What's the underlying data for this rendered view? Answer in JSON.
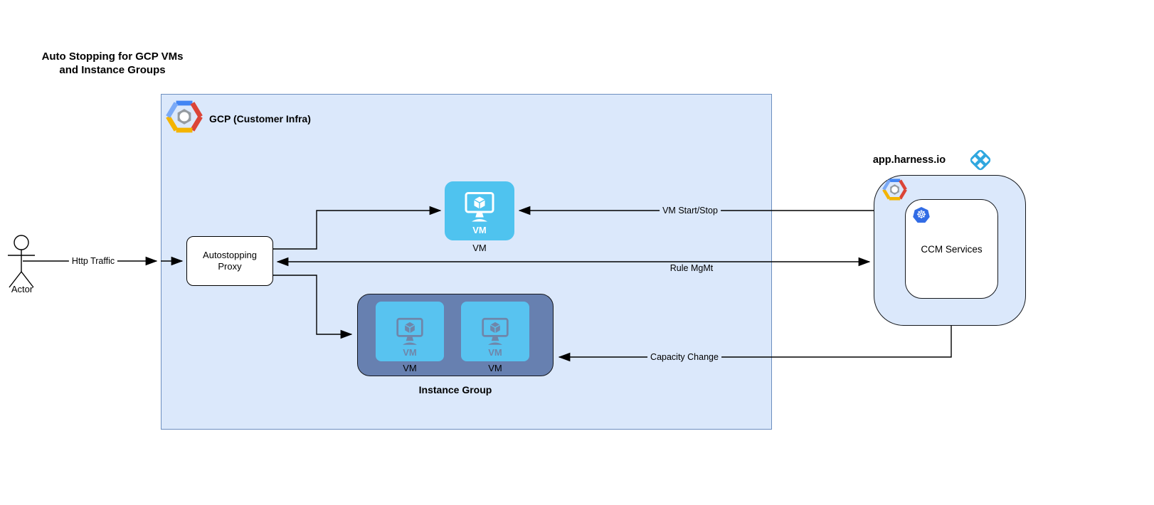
{
  "title": "Auto Stopping for GCP VMs\nand Instance Groups",
  "actor": {
    "label": "Actor"
  },
  "edges": {
    "http_traffic": {
      "label": "Http Traffic",
      "from": "Actor",
      "to": "Autostopping Proxy"
    },
    "vm_start_stop": {
      "label": "VM Start/Stop",
      "from": "app.harness.io",
      "to": "VM"
    },
    "rule_mgmt": {
      "label": "Rule MgMt",
      "from": "Autostopping Proxy",
      "to": "app.harness.io",
      "bidirectional": true
    },
    "capacity_change": {
      "label": "Capacity Change",
      "from": "app.harness.io",
      "to": "Instance Group"
    }
  },
  "gcp": {
    "label": "GCP (Customer Infra)",
    "vm": {
      "label": "VM",
      "caption": "VM"
    },
    "proxy": {
      "label": "Autostopping\nProxy"
    },
    "instance_group": {
      "caption": "Instance Group",
      "vms": [
        {
          "label": "VM",
          "caption": "VM"
        },
        {
          "label": "VM",
          "caption": "VM"
        }
      ]
    }
  },
  "harness": {
    "label": "app.harness.io",
    "ccm": {
      "label": "CCM Services"
    }
  },
  "icons": {
    "gcp_logo": "gcp-hexagon-logo",
    "harness_logo": "harness-diamond-logo",
    "kubernetes": "kubernetes-helm-wheel",
    "vm_monitor": "vm-monitor-cube",
    "actor": "stick-figure",
    "k8s_glyph": "☸"
  },
  "colors": {
    "gcp_box_fill": "#dbe8fb",
    "gcp_box_stroke": "#6c8ebf",
    "vm_blue": "#4fc3ef",
    "instance_group_slate": "#6780b0",
    "inner_vm_blue": "#58c3f0",
    "inner_vm_icon": "#6f86aa",
    "kubernetes_blue": "#326ce5",
    "harness_blue": "#2fa7df",
    "gcp_logo_blue": "#4285f4",
    "gcp_logo_lightblue": "#7baaf7",
    "gcp_logo_red": "#db4437",
    "gcp_logo_yellow": "#f4b400",
    "line_color": "#000000"
  }
}
